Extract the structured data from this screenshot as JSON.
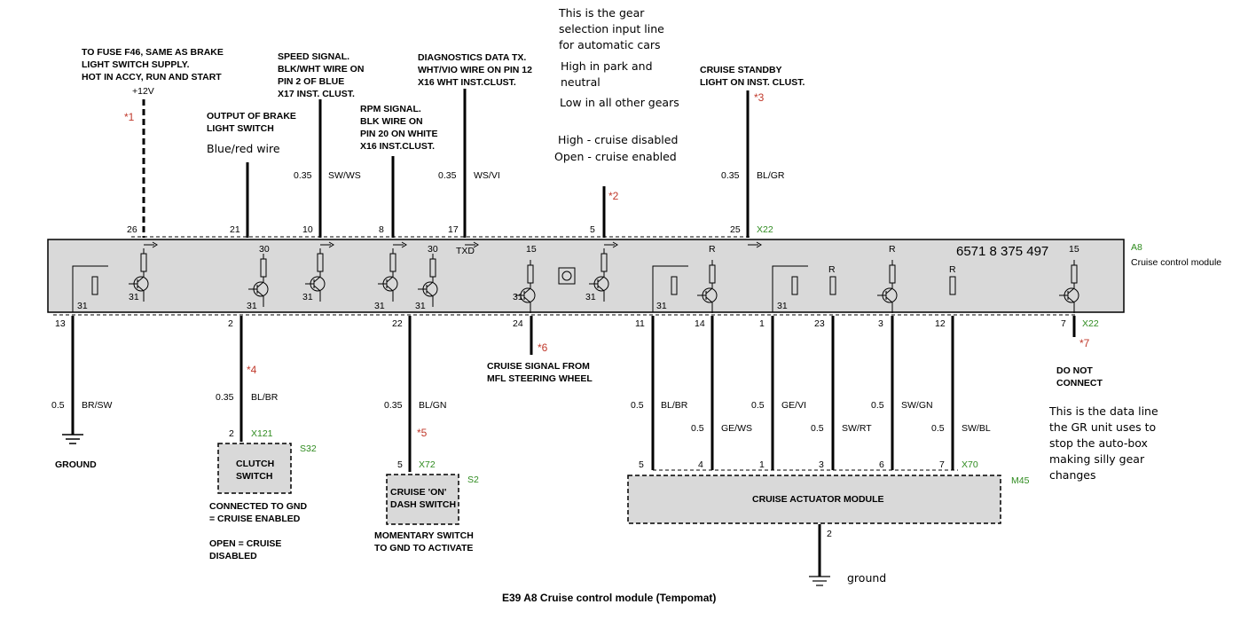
{
  "title": "E39 A8 Cruise control module (Tempomat)",
  "module": {
    "part_number": "6571 8 375 497",
    "tag": "A8",
    "name": "Cruise control module",
    "connector_top": "X22",
    "connector_bottom": "X22",
    "txd": "TXD"
  },
  "top_pins": [
    {
      "id": "26",
      "wire": "",
      "color": "",
      "note": "TO FUSE F46, SAME AS BRAKE\nLIGHT SWITCH SUPPLY.\nHOT IN ACCY, RUN AND START",
      "supply": "+12V",
      "marker": "*1",
      "int": ""
    },
    {
      "id": "21",
      "wire": "",
      "color": "",
      "note": "OUTPUT OF BRAKE\nLIGHT SWITCH",
      "comment": "Blue/red wire",
      "int": "30"
    },
    {
      "id": "10",
      "wire": "0.35",
      "color": "SW/WS",
      "note": "SPEED SIGNAL.\nBLK/WHT WIRE ON\nPIN 2 OF BLUE\nX17 INST. CLUST.",
      "int": ""
    },
    {
      "id": "8",
      "wire": "",
      "color": "",
      "note": "RPM SIGNAL.\nBLK WIRE ON\nPIN 20 ON WHITE\nX16 INST.CLUST.",
      "int": "30"
    },
    {
      "id": "17",
      "wire": "0.35",
      "color": "WS/VI",
      "note": "DIAGNOSTICS DATA TX.\nWHT/VIO WIRE ON PIN 12\nX16 WHT INST.CLUST.",
      "int": ""
    },
    {
      "id": "5",
      "wire": "",
      "color": "",
      "marker": "*2",
      "int": "15"
    },
    {
      "id": "25",
      "wire": "0.35",
      "color": "BL/GR",
      "note": "CRUISE STANDBY\nLIGHT ON INST. CLUST.",
      "marker": "*3",
      "int": "R"
    }
  ],
  "gear_note": {
    "lines": [
      "This is the gear",
      "selection input line",
      "for automatic cars"
    ],
    "state1": [
      "High in park and",
      "neutral"
    ],
    "state2": "Low in all other gears",
    "state3": [
      "High - cruise disabled",
      "Open - cruise enabled"
    ]
  },
  "bottom_pins": [
    {
      "id": "13",
      "wire": "0.5",
      "color": "BR/SW",
      "int": "31",
      "dest": "GROUND"
    },
    {
      "id": "2",
      "wire": "0.35",
      "color": "BL/BR",
      "int": "31",
      "marker": "*4"
    },
    {
      "id": "22",
      "wire": "0.35",
      "color": "BL/GN",
      "int": "31",
      "marker": "*5"
    },
    {
      "id": "24",
      "int": "31",
      "marker": "*6",
      "dest": "CRUISE SIGNAL FROM\nMFL STEERING WHEEL"
    },
    {
      "id": "11",
      "wire": "0.5",
      "color": "BL/BR",
      "int": "31"
    },
    {
      "id": "14",
      "wire": "0.5",
      "color": "GE/WS",
      "int": ""
    },
    {
      "id": "1",
      "wire": "0.5",
      "color": "GE/VI",
      "int": "31"
    },
    {
      "id": "23",
      "wire": "0.5",
      "color": "SW/RT",
      "int": "R"
    },
    {
      "id": "3",
      "wire": "0.5",
      "color": "SW/GN",
      "int": "R"
    },
    {
      "id": "12",
      "wire": "0.5",
      "color": "SW/BL",
      "int": "R"
    },
    {
      "id": "7",
      "marker": "*7",
      "int": "15",
      "dest": "DO NOT\nCONNECT"
    }
  ],
  "data_line_note": [
    "This is the data line",
    "the GR unit uses to",
    "stop the auto-box",
    "making silly gear",
    "changes"
  ],
  "clutch": {
    "name": "CLUTCH\nSWITCH",
    "tag": "S32",
    "connector": "X121",
    "pin": "2",
    "note": "CONNECTED TO GND\n= CRUISE ENABLED",
    "note2": "OPEN = CRUISE\nDISABLED"
  },
  "dash": {
    "name": "CRUISE 'ON'\nDASH SWITCH",
    "tag": "S2",
    "connector": "X72",
    "pin": "5",
    "note": "MOMENTARY SWITCH\nTO GND TO ACTIVATE"
  },
  "actuator": {
    "name": "CRUISE ACTUATOR MODULE",
    "tag": "M45",
    "connector": "X70",
    "pins": [
      "5",
      "4",
      "1",
      "3",
      "6",
      "7"
    ],
    "ground_pin": "2",
    "ground_label": "ground"
  }
}
